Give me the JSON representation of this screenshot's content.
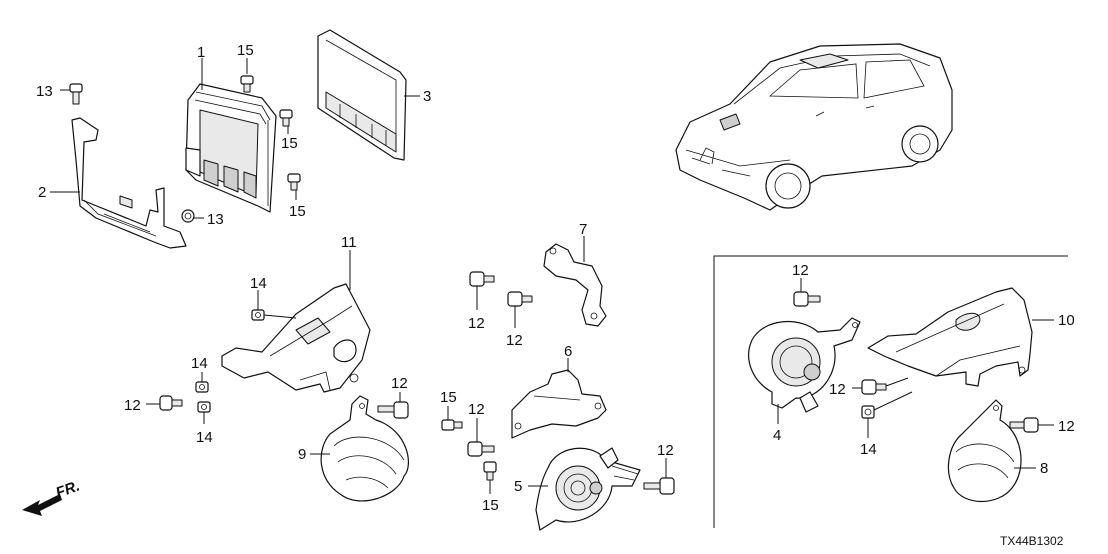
{
  "diagram_code": "TX44B1302",
  "direction_label": "FR.",
  "callouts": {
    "c1": "1",
    "c2": "2",
    "c3": "3",
    "c4": "4",
    "c5": "5",
    "c6": "6",
    "c7": "7",
    "c8": "8",
    "c9": "9",
    "c10": "10",
    "c11": "11",
    "c12a": "12",
    "c12b": "12",
    "c12c": "12",
    "c12d": "12",
    "c12e": "12",
    "c12f": "12",
    "c12g": "12",
    "c12h": "12",
    "c12i": "12",
    "c13a": "13",
    "c13b": "13",
    "c14a": "14",
    "c14b": "14",
    "c14c": "14",
    "c14d": "14",
    "c15a": "15",
    "c15b": "15",
    "c15c": "15",
    "c15d": "15",
    "c15e": "15"
  }
}
